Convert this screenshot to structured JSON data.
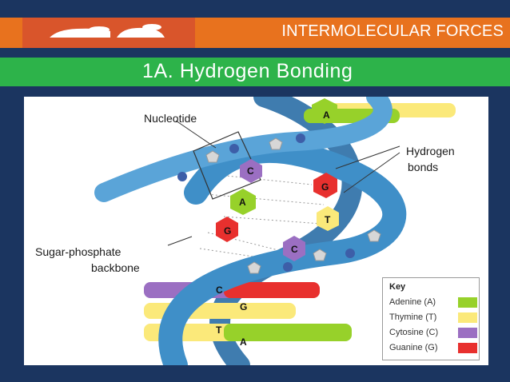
{
  "header": {
    "section_title": "INTERMOLECULAR FORCES"
  },
  "slide": {
    "title": "1A. Hydrogen Bonding"
  },
  "figure": {
    "labels": {
      "nucleotide": "Nucleotide",
      "hydrogen_line1": "Hydrogen",
      "hydrogen_line2": "bonds",
      "backbone_line1": "Sugar-phosphate",
      "backbone_line2": "backbone"
    },
    "bases": [
      {
        "letter": "A"
      },
      {
        "letter": "C"
      },
      {
        "letter": "G"
      },
      {
        "letter": "A"
      },
      {
        "letter": "T"
      },
      {
        "letter": "G"
      },
      {
        "letter": "C"
      },
      {
        "letter": "C"
      },
      {
        "letter": "G"
      },
      {
        "letter": "T"
      },
      {
        "letter": "A"
      }
    ],
    "key": {
      "title": "Key",
      "items": [
        {
          "name": "Adenine (A)",
          "color": "#97d12a"
        },
        {
          "name": "Thymine (T)",
          "color": "#fbe97a"
        },
        {
          "name": "Cytosine (C)",
          "color": "#9b6fc2"
        },
        {
          "name": "Guanine (G)",
          "color": "#e8302e"
        }
      ]
    }
  },
  "colors": {
    "background": "#1b3560",
    "orange_band": "#e8721e",
    "green_band": "#2db34a",
    "helix_blue": "#3f8fc8"
  }
}
